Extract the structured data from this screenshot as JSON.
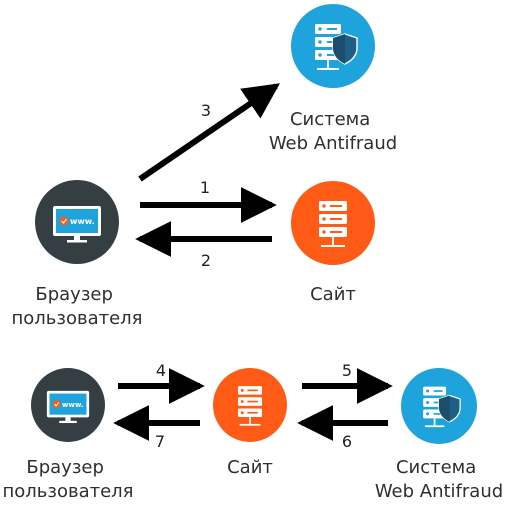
{
  "colors": {
    "browser": "#353f43",
    "site": "#ff5a16",
    "antifraud": "#1ea3dd",
    "arrow": "#000000",
    "accent_badge": "#ff5a16",
    "text": "#2f2f2f"
  },
  "icons": {
    "browser": "monitor-www-icon",
    "site": "server-stack-icon",
    "antifraud": "server-shield-icon"
  },
  "top": {
    "browser_label": [
      "Браузер",
      "пользователя"
    ],
    "site_label": [
      "Сайт"
    ],
    "antifraud_label": [
      "Система",
      "Web Antifraud"
    ],
    "arrows": {
      "a1": "1",
      "a2": "2",
      "a3": "3"
    }
  },
  "bottom": {
    "browser_label": [
      "Браузер",
      "пользователя"
    ],
    "site_label": [
      "Сайт"
    ],
    "antifraud_label": [
      "Система",
      "Web Antifraud"
    ],
    "arrows": {
      "a4": "4",
      "a5": "5",
      "a6": "6",
      "a7": "7"
    }
  },
  "screen_text": "www."
}
